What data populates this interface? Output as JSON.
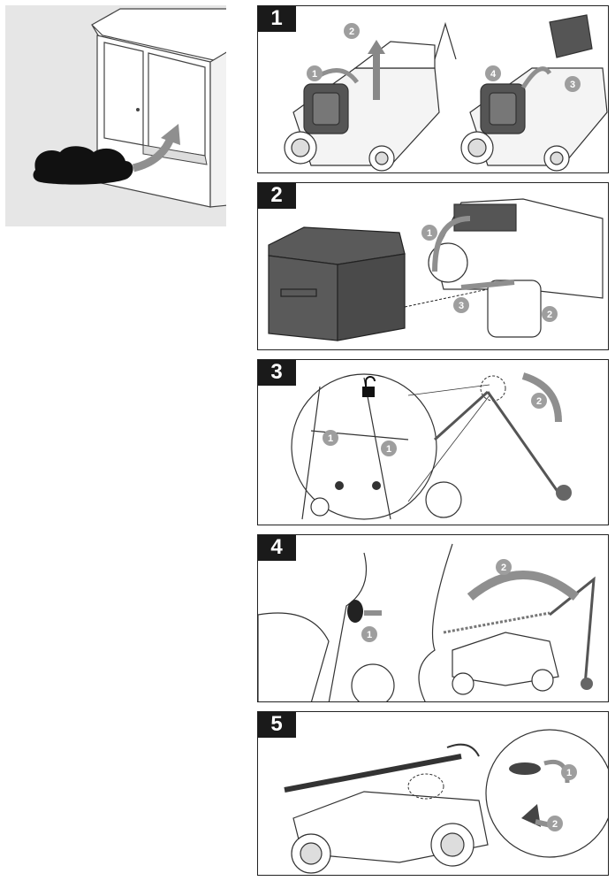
{
  "steps": [
    {
      "number": "1",
      "callouts": [
        "1",
        "2",
        "4",
        "3"
      ]
    },
    {
      "number": "2",
      "callouts": [
        "1",
        "2",
        "3"
      ]
    },
    {
      "number": "3",
      "callouts": [
        "1",
        "1",
        "2"
      ]
    },
    {
      "number": "4",
      "callouts": [
        "1",
        "2"
      ]
    },
    {
      "number": "5",
      "callouts": [
        "1",
        "2"
      ]
    }
  ],
  "colors": {
    "badge": "#1a1a1a",
    "callout": "#9e9e9e",
    "arrow": "#8f8f8f",
    "box": "#5a5a5a",
    "panel_bg": "#e6e6e6"
  },
  "icons": [
    "shed-icon",
    "mower-storage-icon",
    "unlock-icon",
    "tick-icon",
    "cross-icon"
  ]
}
